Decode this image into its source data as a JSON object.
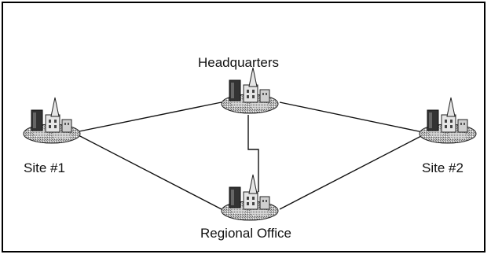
{
  "diagram": {
    "nodes": [
      {
        "id": "hq",
        "label": "Headquarters",
        "icon": "building-cluster-icon"
      },
      {
        "id": "site1",
        "label": "Site #1",
        "icon": "building-cluster-icon"
      },
      {
        "id": "site2",
        "label": "Site #2",
        "icon": "building-cluster-icon"
      },
      {
        "id": "regional",
        "label": "Regional Office",
        "icon": "building-cluster-icon"
      }
    ],
    "links": [
      {
        "from": "site1",
        "to": "hq"
      },
      {
        "from": "hq",
        "to": "site2"
      },
      {
        "from": "site1",
        "to": "regional"
      },
      {
        "from": "regional",
        "to": "site2"
      },
      {
        "from": "hq",
        "to": "regional"
      }
    ]
  }
}
